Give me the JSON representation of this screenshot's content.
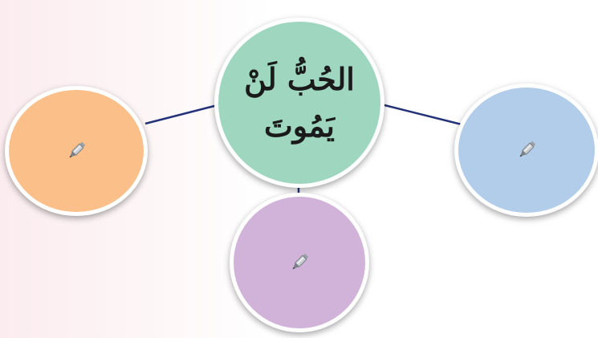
{
  "center": {
    "line1": "الحُبُّ لَنْ",
    "line2": "يَمُوتَ"
  },
  "bubbles": [
    {
      "id": "left",
      "color": "#fbbf8a",
      "icon": "pencil-icon"
    },
    {
      "id": "right",
      "color": "#b2cdea",
      "icon": "pencil-icon"
    },
    {
      "id": "bottom",
      "color": "#d1b3d9",
      "icon": "pencil-icon"
    }
  ],
  "colors": {
    "center": "#9ed6c0",
    "connector": "#24327a",
    "border": "#ffffff"
  }
}
